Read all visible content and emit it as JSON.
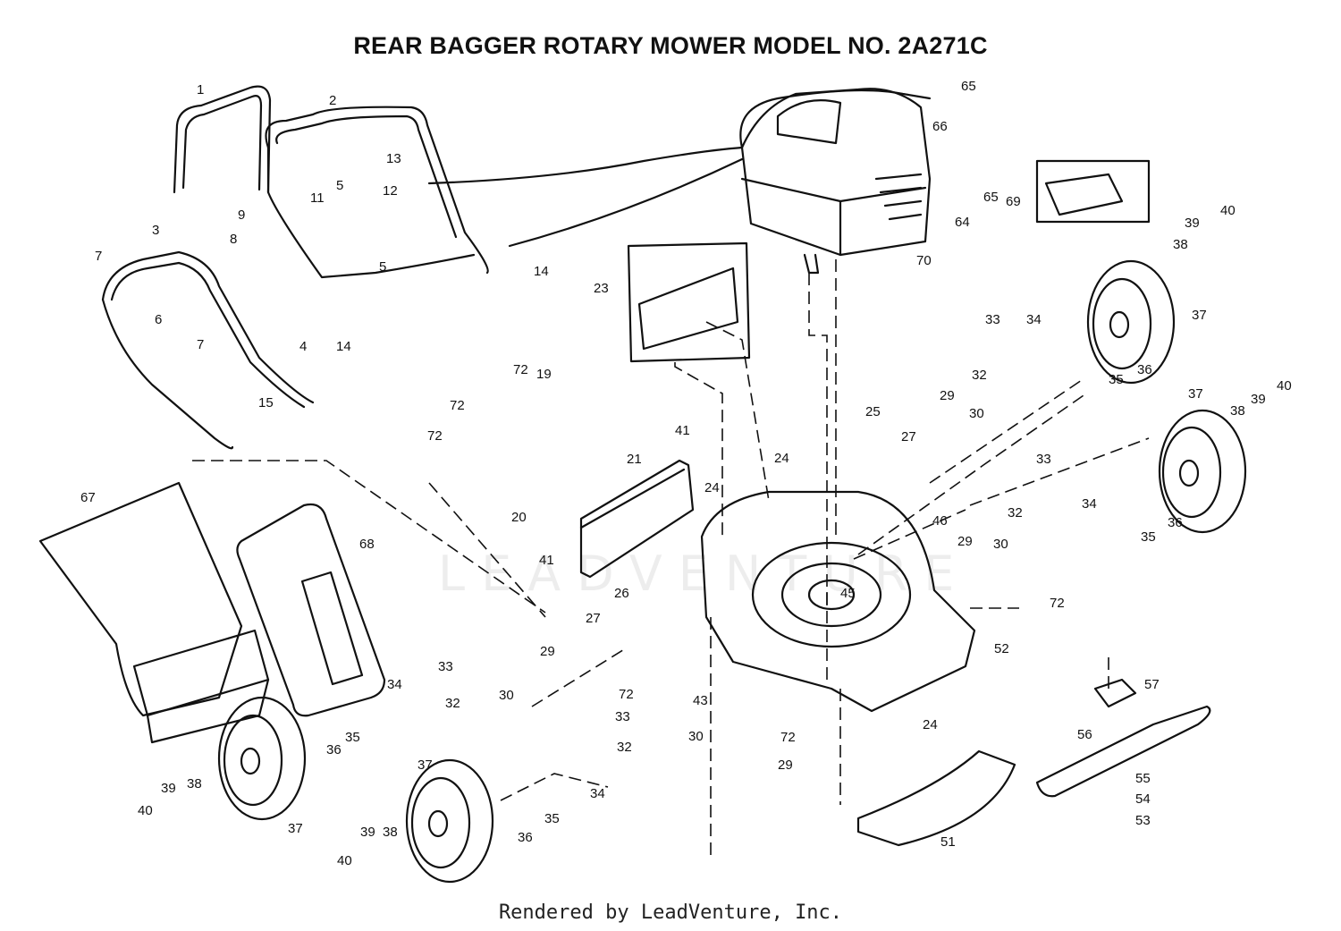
{
  "title": "REAR BAGGER ROTARY MOWER MODEL NO. 2A271C",
  "footer": "Rendered by LeadVenture, Inc.",
  "watermark": "LEADVENTURE",
  "callouts": [
    "1",
    "2",
    "3",
    "4",
    "5",
    "5",
    "6",
    "7",
    "7",
    "8",
    "9",
    "11",
    "12",
    "13",
    "14",
    "14",
    "15",
    "19",
    "20",
    "21",
    "23",
    "24",
    "24",
    "24",
    "25",
    "26",
    "27",
    "27",
    "29",
    "29",
    "29",
    "29",
    "30",
    "30",
    "30",
    "30",
    "32",
    "32",
    "32",
    "32",
    "33",
    "33",
    "33",
    "33",
    "34",
    "34",
    "34",
    "34",
    "35",
    "35",
    "35",
    "35",
    "36",
    "36",
    "36",
    "36",
    "37",
    "37",
    "37",
    "37",
    "38",
    "38",
    "38",
    "38",
    "39",
    "39",
    "39",
    "39",
    "40",
    "40",
    "40",
    "40",
    "41",
    "41",
    "43",
    "45",
    "46",
    "51",
    "52",
    "53",
    "54",
    "55",
    "56",
    "57",
    "64",
    "65",
    "65",
    "66",
    "67",
    "68",
    "69",
    "70",
    "72",
    "72",
    "72",
    "72",
    "72",
    "72"
  ]
}
